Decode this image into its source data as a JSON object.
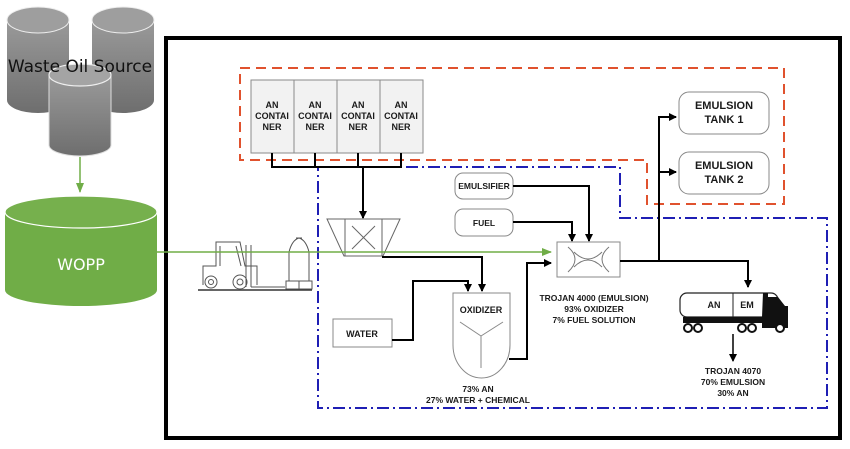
{
  "diagram": {
    "title": "Waste oil to emulsion explosive process flow",
    "waste_oil_source": {
      "label": "Waste Oil Source",
      "color": "#8c8c8c"
    },
    "wopp": {
      "label": "WOPP",
      "color": "#70ad47"
    },
    "an_containers": [
      {
        "line1": "AN",
        "line2": "CONTAI",
        "line3": "NER"
      },
      {
        "line1": "AN",
        "line2": "CONTAI",
        "line3": "NER"
      },
      {
        "line1": "AN",
        "line2": "CONTAI",
        "line3": "NER"
      },
      {
        "line1": "AN",
        "line2": "CONTAI",
        "line3": "NER"
      }
    ],
    "emulsion_tanks": [
      {
        "line1": "EMULSION",
        "line2": "TANK 1"
      },
      {
        "line1": "EMULSION",
        "line2": "TANK 2"
      }
    ],
    "emulsifier": {
      "label": "EMULSIFIER"
    },
    "fuel": {
      "label": "FUEL"
    },
    "water": {
      "label": "WATER"
    },
    "oxidizer": {
      "label": "OXIDIZER",
      "caption_line1": "73% AN",
      "caption_line2": "27% WATER + CHEMICAL"
    },
    "mixer": {
      "caption_line1": "TROJAN 4000 (EMULSION)",
      "caption_line2": "93% OXIDIZER",
      "caption_line3": "7% FUEL SOLUTION"
    },
    "truck": {
      "tank_an": "AN",
      "tank_em": "EM",
      "caption_line1": "TROJAN 4070",
      "caption_line2": "70% EMULSION",
      "caption_line3": "30% AN"
    },
    "colors": {
      "storage_boundary": "#e0522e",
      "plant_boundary": "#1f1fb4",
      "waste_oil_flow": "#70ad47",
      "process_flow": "#000000"
    }
  }
}
